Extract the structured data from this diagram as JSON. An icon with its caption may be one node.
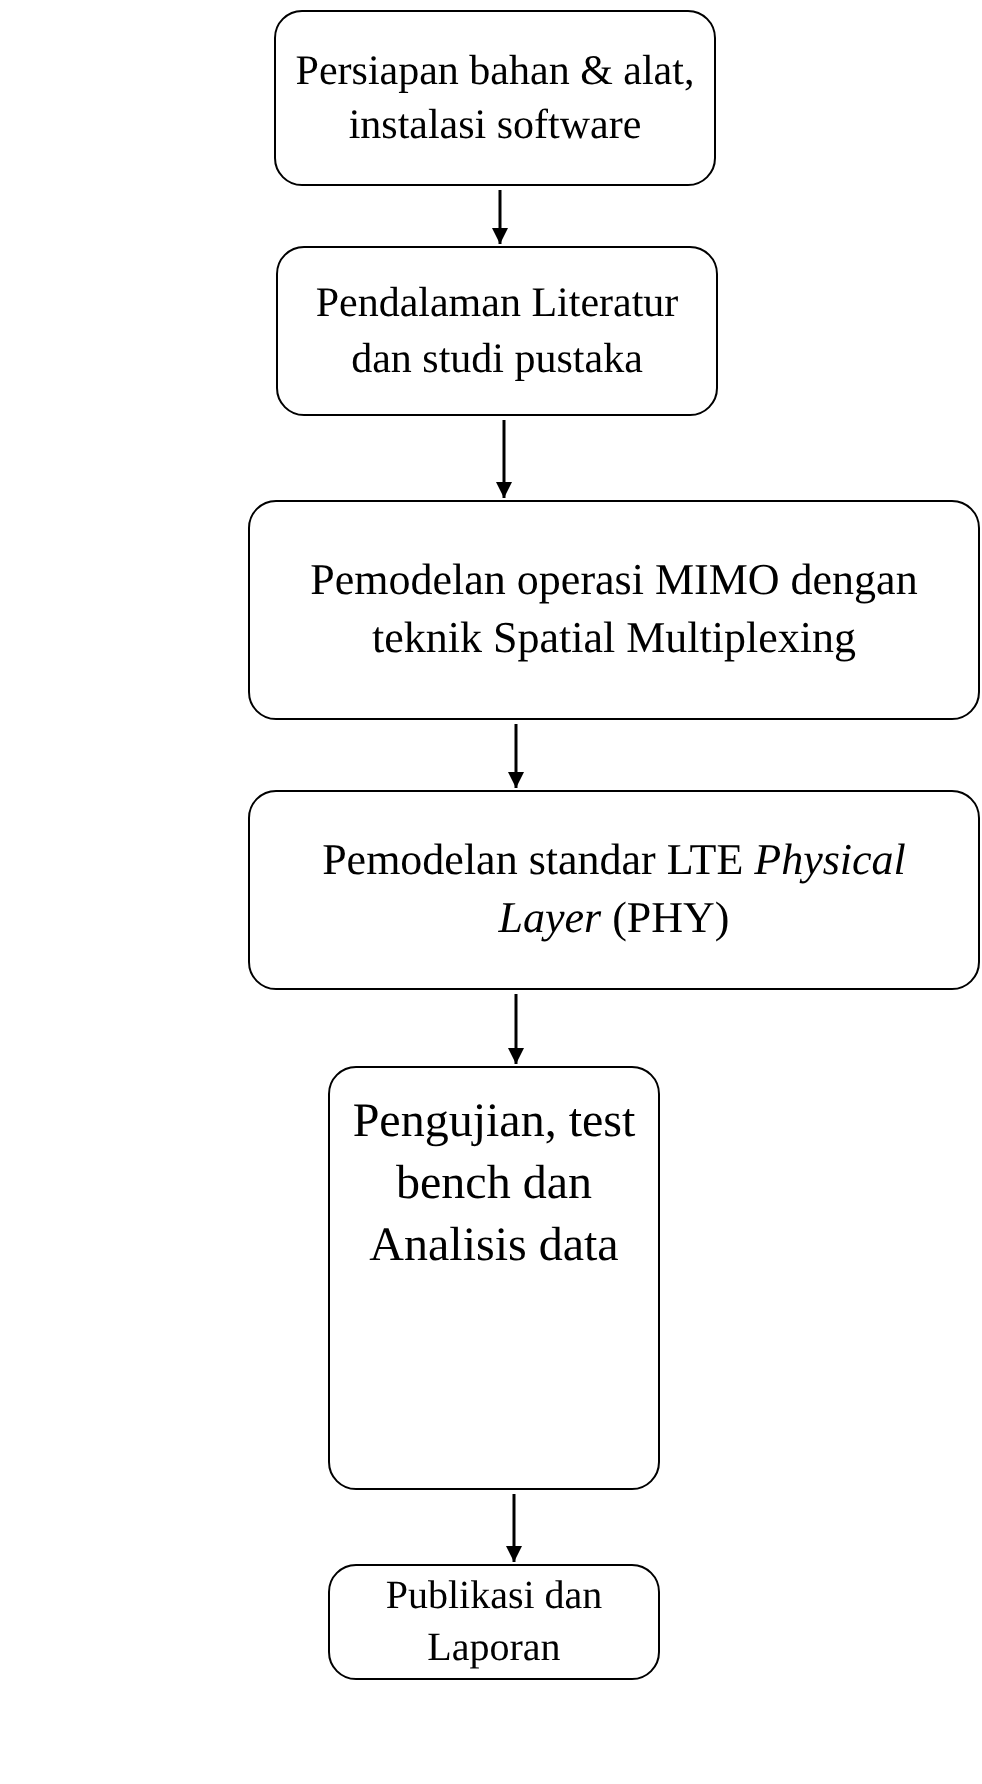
{
  "diagram": {
    "nodes": [
      {
        "text": [
          "Persiapan bahan & alat, instalasi software"
        ]
      },
      {
        "text": [
          "Pendalaman Literatur dan studi pustaka"
        ]
      },
      {
        "text": [
          "Pemodelan operasi MIMO dengan teknik Spatial Multiplexing"
        ]
      },
      {
        "text": [
          "Pemodelan standar LTE *Physical Layer* (PHY)"
        ]
      },
      {
        "text": [
          "Pengujian, test bench dan Analisis data"
        ]
      },
      {
        "text": [
          "Publikasi dan Laporan"
        ]
      }
    ],
    "edges": [
      {
        "from": 0,
        "to": 1,
        "arrow": "to"
      },
      {
        "from": 1,
        "to": 2,
        "arrow": "to"
      },
      {
        "from": 2,
        "to": 3,
        "arrow": "to"
      },
      {
        "from": 3,
        "to": 4,
        "arrow": "to"
      },
      {
        "from": 4,
        "to": 5,
        "arrow": "to"
      }
    ]
  }
}
